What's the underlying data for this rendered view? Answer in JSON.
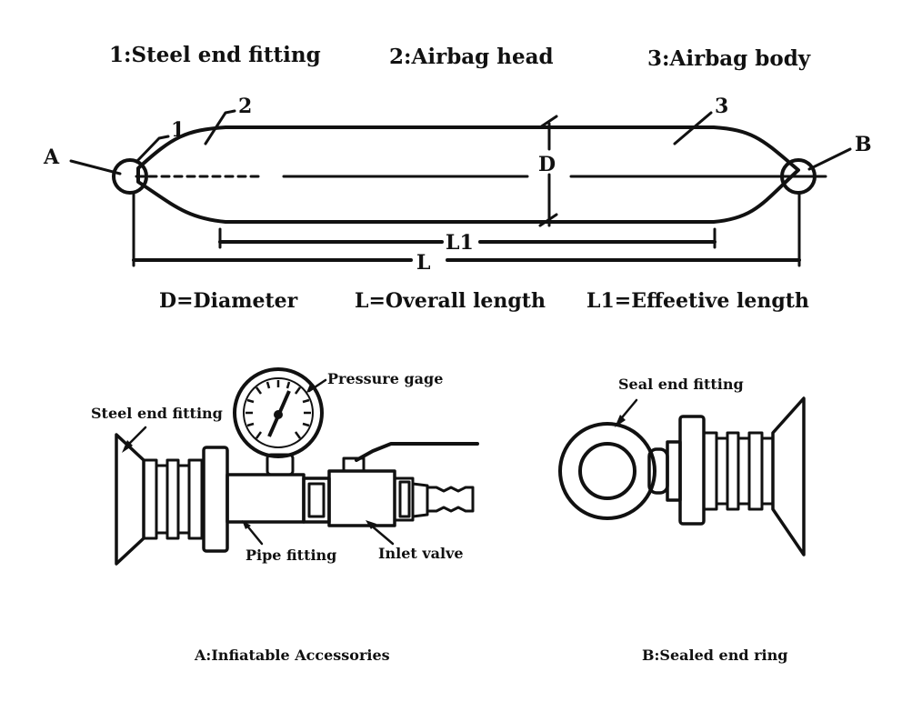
{
  "top_labels": {
    "part1": "1:Steel end fitting",
    "part2": "2:Airbag head",
    "part3": "3:Airbag body"
  },
  "markers": {
    "a": "A",
    "b": "B",
    "n1": "1",
    "n2": "2",
    "n3": "3",
    "d": "D",
    "l1": "L1",
    "l": "L"
  },
  "legend": {
    "d": "D=Diameter",
    "l": "L=Overall length",
    "l1": "L1=Effeetive length"
  },
  "accessories": {
    "pressure_gage": "Pressure gage",
    "steel_end_fitting": "Steel end fitting",
    "pipe_fitting": "Pipe fitting",
    "inlet_valve": "Inlet valve",
    "caption": "A:Infiatable Accessories"
  },
  "sealed": {
    "seal_end_fitting": "Seal end fitting",
    "caption": "B:Sealed end ring"
  }
}
